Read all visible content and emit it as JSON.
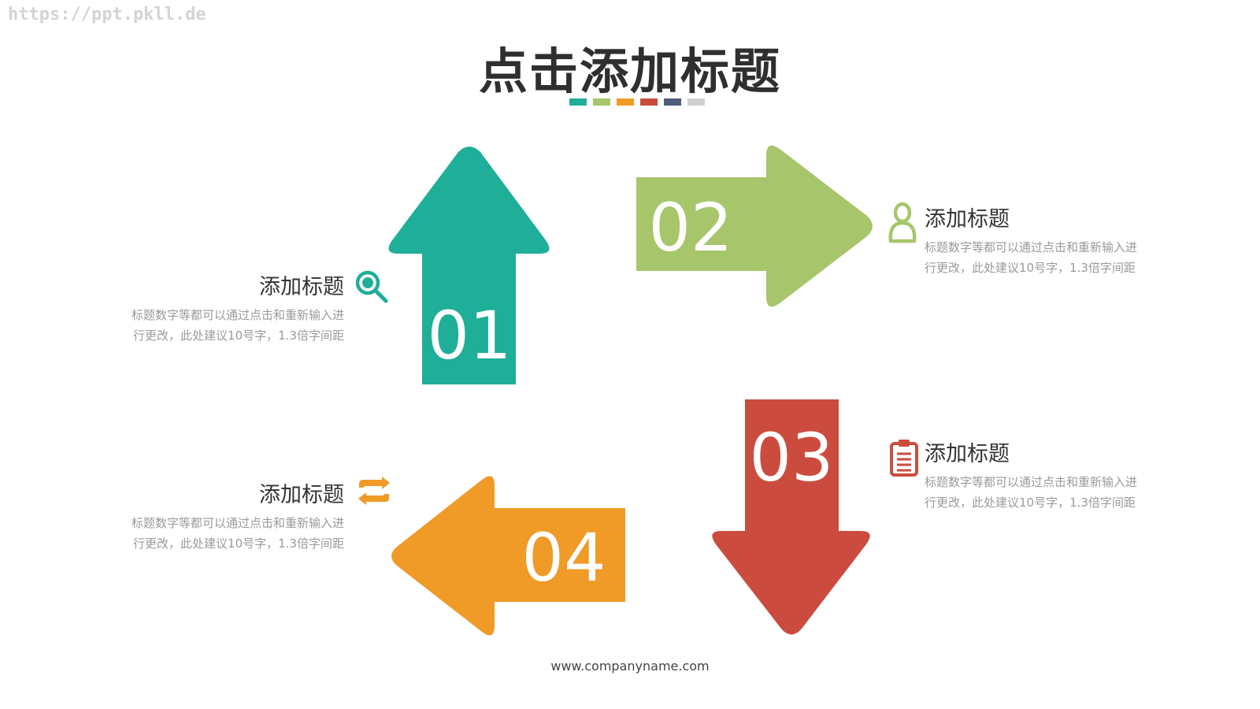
{
  "watermark": "https://ppt.pkll.de",
  "title": "点击添加标题",
  "footer": "www.companyname.com",
  "colors": {
    "teal": "#1fae98",
    "green": "#a7c66c",
    "orange": "#f09a27",
    "red": "#cb4c3e",
    "slate": "#4e5d79",
    "gray": "#cfcfcf"
  },
  "swatches": [
    "#1fae98",
    "#a7c66c",
    "#f09a27",
    "#cb4c3e",
    "#4e5d79",
    "#cfcfcf"
  ],
  "steps": [
    {
      "number": "01",
      "direction": "up",
      "color": "#1fae98",
      "icon": "search-icon",
      "heading": "添加标题",
      "body_line1": "标题数字等都可以通过点击和重新输入进",
      "body_line2": "行更改，此处建议10号字，1.3倍字间距"
    },
    {
      "number": "02",
      "direction": "right",
      "color": "#a7c66c",
      "icon": "person-icon",
      "heading": "添加标题",
      "body_line1": "标题数字等都可以通过点击和重新输入进",
      "body_line2": "行更改，此处建议10号字，1.3倍字间距"
    },
    {
      "number": "03",
      "direction": "down",
      "color": "#cb4c3e",
      "icon": "clipboard-icon",
      "heading": "添加标题",
      "body_line1": "标题数字等都可以通过点击和重新输入进",
      "body_line2": "行更改，此处建议10号字，1.3倍字间距"
    },
    {
      "number": "04",
      "direction": "left",
      "color": "#f09a27",
      "icon": "refresh-icon",
      "heading": "添加标题",
      "body_line1": "标题数字等都可以通过点击和重新输入进",
      "body_line2": "行更改，此处建议10号字，1.3倍字间距"
    }
  ]
}
